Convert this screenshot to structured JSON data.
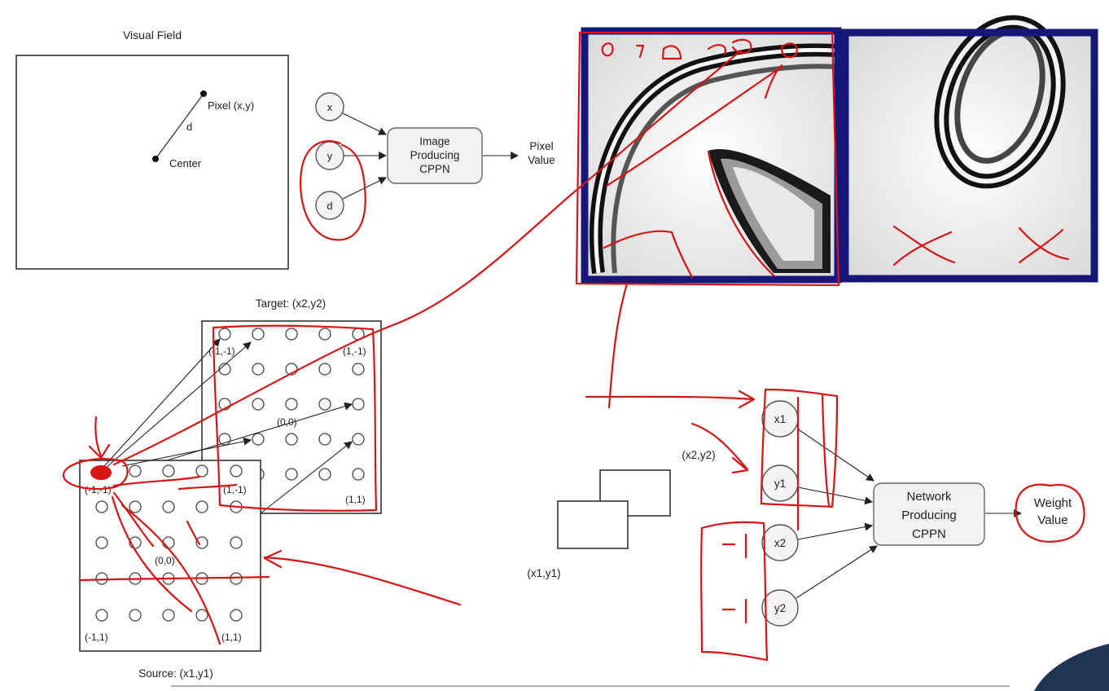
{
  "visual_field": {
    "title": "Visual Field",
    "pixel_label": "Pixel (x,y)",
    "distance_label": "d",
    "center_label": "Center"
  },
  "image_cppn": {
    "inputs": [
      "x",
      "y",
      "d"
    ],
    "label_lines": [
      "Image",
      "Producing",
      "CPPN"
    ],
    "output_lines": [
      "Pixel",
      "Value"
    ]
  },
  "substrate": {
    "target_title": "Target: (x2,y2)",
    "target_corners": [
      "(-1,-1)",
      "(1,-1)",
      "(0,0)",
      "(1,1)"
    ],
    "source_title": "Source: (x1,y1)",
    "source_corners": [
      "(-1,-1)",
      "(1,-1)",
      "(0,0)",
      "(-1,1)",
      "(1,1)"
    ]
  },
  "network_cppn": {
    "source_coord_label": "(x1,y1)",
    "target_coord_label": "(x2,y2)",
    "inputs": [
      "x1",
      "y1",
      "x2",
      "y2"
    ],
    "label_lines": [
      "Network",
      "Producing",
      "CPPN"
    ],
    "output_lines": [
      "Weight",
      "Value"
    ]
  },
  "colors": {
    "annotation_ink": "#d81414",
    "pattern_frame": "#17177a"
  }
}
